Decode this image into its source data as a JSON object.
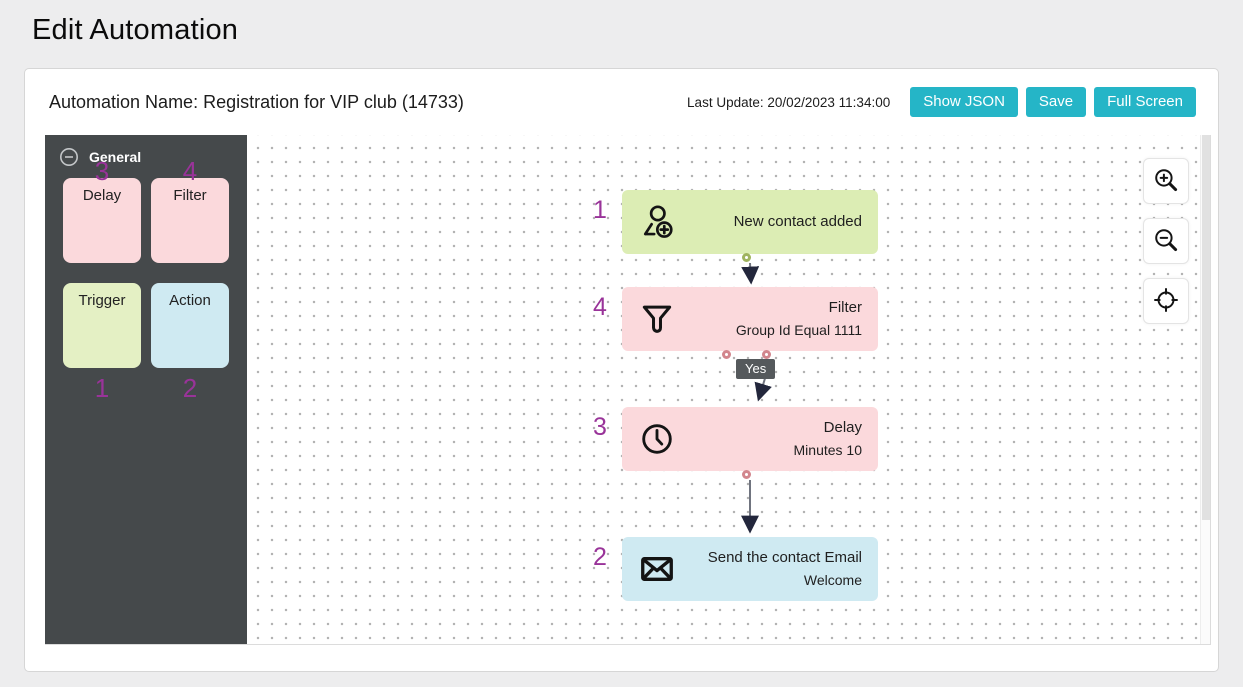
{
  "page": {
    "title": "Edit Automation"
  },
  "toolbar": {
    "automation_name": "Automation Name: Registration for VIP club (14733)",
    "last_update": "Last Update: 20/02/2023 11:34:00",
    "show_json_label": "Show JSON",
    "save_label": "Save",
    "full_screen_label": "Full Screen"
  },
  "palette": {
    "group_label": "General",
    "collapse_icon": "minus-circle-icon",
    "items": [
      {
        "label": "Delay",
        "number": "3"
      },
      {
        "label": "Filter",
        "number": "4"
      },
      {
        "label": "Trigger",
        "number": "1"
      },
      {
        "label": "Action",
        "number": "2"
      }
    ]
  },
  "canvas": {
    "nodes": [
      {
        "number": "1",
        "title": "New contact added",
        "subtitle": "",
        "icon": "person-add-icon"
      },
      {
        "number": "4",
        "title": "Filter",
        "subtitle": "Group Id Equal 1111",
        "icon": "funnel-icon"
      },
      {
        "number": "3",
        "title": "Delay",
        "subtitle": "Minutes 10",
        "icon": "clock-icon"
      },
      {
        "number": "2",
        "title": "Send the contact Email",
        "subtitle": "Welcome",
        "icon": "envelope-icon"
      }
    ],
    "edge_label": "Yes",
    "control_icons": [
      "zoom-in-icon",
      "zoom-out-icon",
      "fit-view-icon"
    ]
  },
  "colors": {
    "accent_teal": "#25b5c7",
    "sidebar_dark": "#45494b",
    "node_trigger_green": "#dcedb4",
    "node_filter_pink": "#fbd9dc",
    "node_action_blue": "#cfeaf2",
    "palette_trigger_green": "#e4f0c4",
    "number_purple": "#993399",
    "edge_label_bg": "#55595c",
    "port_green": "#9fb35f",
    "port_pink": "#d2868d"
  }
}
